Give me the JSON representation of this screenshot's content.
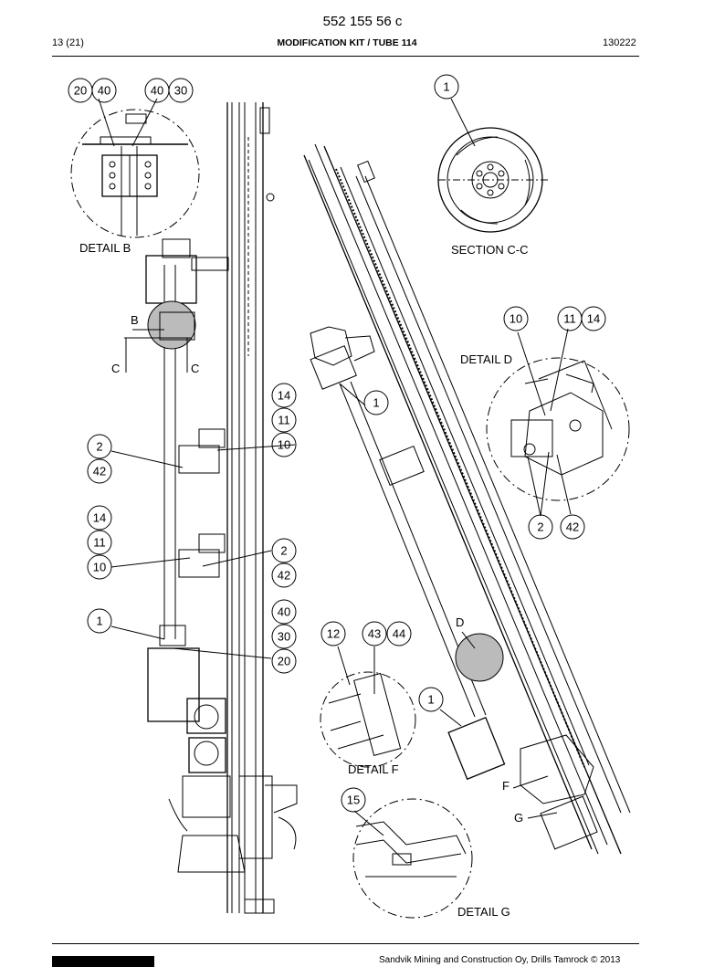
{
  "header": {
    "doc_number": "552 155 56 c",
    "page": "13 (21)",
    "title": "MODIFICATION KIT / TUBE 114",
    "date": "130222"
  },
  "footer": {
    "text": "Sandvik Mining and Construction Oy, Drills Tamrock © 2013"
  },
  "drawing": {
    "views": {
      "detail_b": "DETAIL B",
      "section_cc": "SECTION C-C",
      "detail_d": "DETAIL D",
      "detail_f": "DETAIL F",
      "detail_g": "DETAIL G"
    },
    "section_marks": {
      "b": "B",
      "c": "C",
      "d": "D",
      "f": "F",
      "g": "G"
    },
    "callouts": {
      "c20": "20",
      "c40": "40",
      "c30": "30",
      "c1": "1",
      "c2": "2",
      "c10": "10",
      "c11": "11",
      "c12": "12",
      "c14": "14",
      "c15": "15",
      "c42": "42",
      "c43": "43",
      "c44": "44"
    }
  }
}
